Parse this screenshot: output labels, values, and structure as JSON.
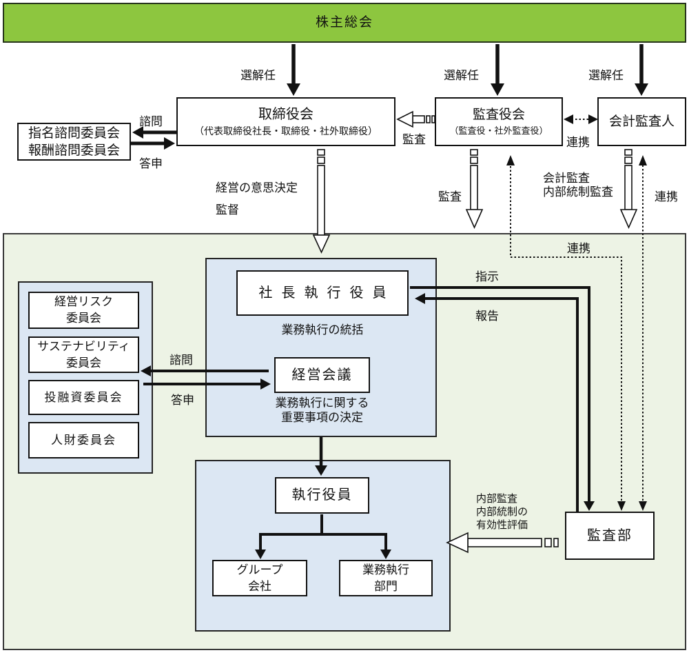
{
  "colors": {
    "header_green": "#8dc63f",
    "header_border": "#26331a",
    "panel_green": "#edf3e5",
    "box_blue": "#dce7f3",
    "ink": "#111111"
  },
  "header": {
    "title": "株主総会"
  },
  "top_row": {
    "board": {
      "title": "取締役会",
      "subtitle": "（代表取締役社長・取締役・社外取締役）"
    },
    "audit_board": {
      "title": "監査役会",
      "subtitle": "（監査役・社外監査役）"
    },
    "accounting_auditor": {
      "title": "会計監査人"
    },
    "advisory_committees": {
      "lines": [
        "指名諮問委員会",
        "報酬諮問委員会"
      ]
    }
  },
  "execution_area": {
    "president": {
      "title": "社長執行役員",
      "caption": "業務執行の統括"
    },
    "management_meeting": {
      "title": "経営会議",
      "caption_lines": [
        "業務執行に関する",
        "重要事項の決定"
      ]
    },
    "committees": [
      {
        "lines": [
          "経営リスク",
          "委員会"
        ]
      },
      {
        "lines": [
          "サステナビリティ",
          "委員会"
        ]
      },
      {
        "lines": [
          "投融資委員会"
        ]
      },
      {
        "lines": [
          "人財委員会"
        ]
      }
    ],
    "executive_officers": {
      "title": "執行役員"
    },
    "group_companies": {
      "lines": [
        "グループ",
        "会社"
      ]
    },
    "business_execution_divisions": {
      "lines": [
        "業務執行",
        "部門"
      ]
    },
    "audit_department": {
      "title": "監査部"
    }
  },
  "edge_labels": {
    "appointment_board": "選解任",
    "appointment_audit_board": "選解任",
    "appointment_accounting_auditor": "選解任",
    "consultation_top": "諮問",
    "report_top": "答申",
    "audit_of_board": "監査",
    "cooperation_top": "連携",
    "management_decision": "経営の意思決定",
    "supervision": "監督",
    "audit_down": "監査",
    "accounting_audit_lines": [
      "会計監査",
      "内部統制監査"
    ],
    "cooperation_right": "連携",
    "cooperation_inner": "連携",
    "instruction": "指示",
    "report_to_president": "報告",
    "consultation_mid": "諮問",
    "report_mid": "答申",
    "internal_audit_lines": [
      "内部監査",
      "内部統制の",
      "有効性評価"
    ]
  }
}
